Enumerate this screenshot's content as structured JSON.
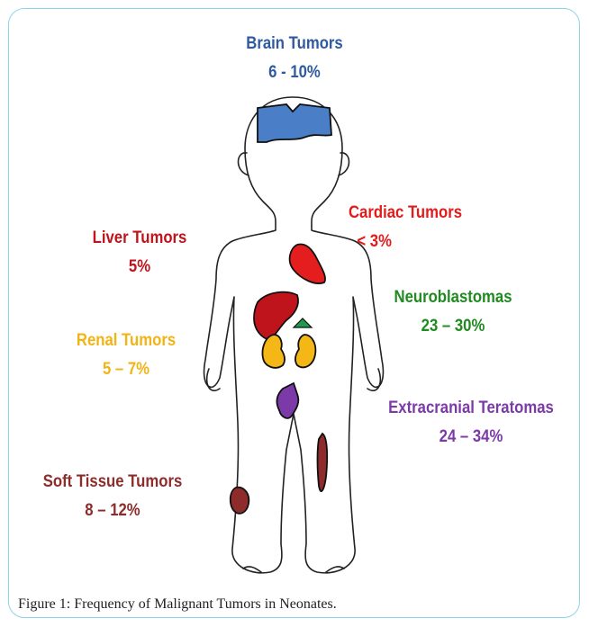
{
  "figure": {
    "caption": "Figure 1:  Frequency of Malignant Tumors in Neonates."
  },
  "labels": {
    "brain": {
      "title": "Brain Tumors",
      "value": "6 - 10%",
      "color": "#2f5aa0"
    },
    "cardiac": {
      "title": "Cardiac Tumors",
      "value": "< 3%",
      "color": "#e21b1b"
    },
    "liver": {
      "title": "Liver Tumors",
      "value": "5%",
      "color": "#c0141c"
    },
    "neuro": {
      "title": "Neuroblastomas",
      "value": "23 – 30%",
      "color": "#1f8a1f"
    },
    "renal": {
      "title": "Renal Tumors",
      "value": "5 – 7%",
      "color": "#f2b415"
    },
    "terato": {
      "title": "Extracranial Teratomas",
      "value": "24 – 34%",
      "color": "#7b3aa8"
    },
    "soft": {
      "title": "Soft Tissue Tumors",
      "value": "8 – 12%",
      "color": "#8e2c2c"
    }
  }
}
